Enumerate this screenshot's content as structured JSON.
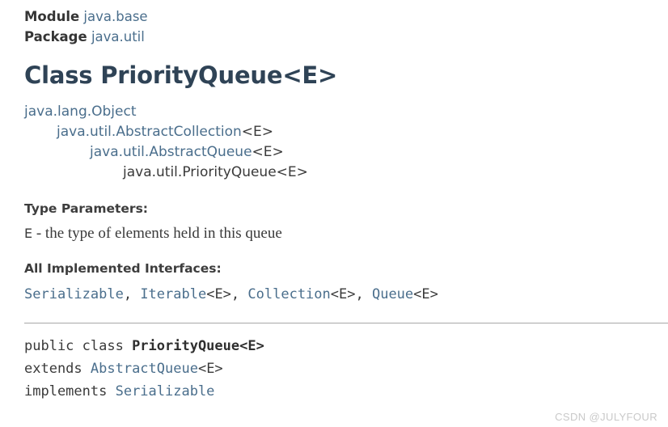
{
  "colors": {
    "link": "#4a6e8c",
    "heading": "#2f4356",
    "text": "#3a3a3a",
    "label": "#3d3d3d",
    "divider": "#a8a8a8",
    "watermark": "#c9c9c9",
    "background": "#ffffff"
  },
  "header": {
    "module_label": "Module",
    "module_value": "java.base",
    "package_label": "Package",
    "package_value": "java.util",
    "class_title": "Class PriorityQueue<E>"
  },
  "inheritance": [
    {
      "link": "java.lang.Object",
      "generic": "",
      "is_link": true
    },
    {
      "link": "java.util.AbstractCollection",
      "generic": "<E>",
      "is_link": true
    },
    {
      "link": "java.util.AbstractQueue",
      "generic": "<E>",
      "is_link": true
    },
    {
      "link": "java.util.PriorityQueue",
      "generic": "<E>",
      "is_link": false
    }
  ],
  "type_parameters": {
    "label": "Type Parameters:",
    "name": "E",
    "description": " - the type of elements held in this queue"
  },
  "implemented_interfaces": {
    "label": "All Implemented Interfaces:",
    "items": [
      {
        "name": "Serializable",
        "generic": ""
      },
      {
        "name": "Iterable",
        "generic": "<E>"
      },
      {
        "name": "Collection",
        "generic": "<E>"
      },
      {
        "name": "Queue",
        "generic": "<E>"
      }
    ],
    "separator": ", "
  },
  "signature": {
    "line1_keywords": "public class ",
    "line1_classname": "PriorityQueue<E>",
    "line2_keyword": "extends ",
    "line2_link": "AbstractQueue",
    "line2_generic": "<E>",
    "line3_keyword": "implements ",
    "line3_link": "Serializable"
  },
  "watermark": "CSDN @JULYFOUR"
}
